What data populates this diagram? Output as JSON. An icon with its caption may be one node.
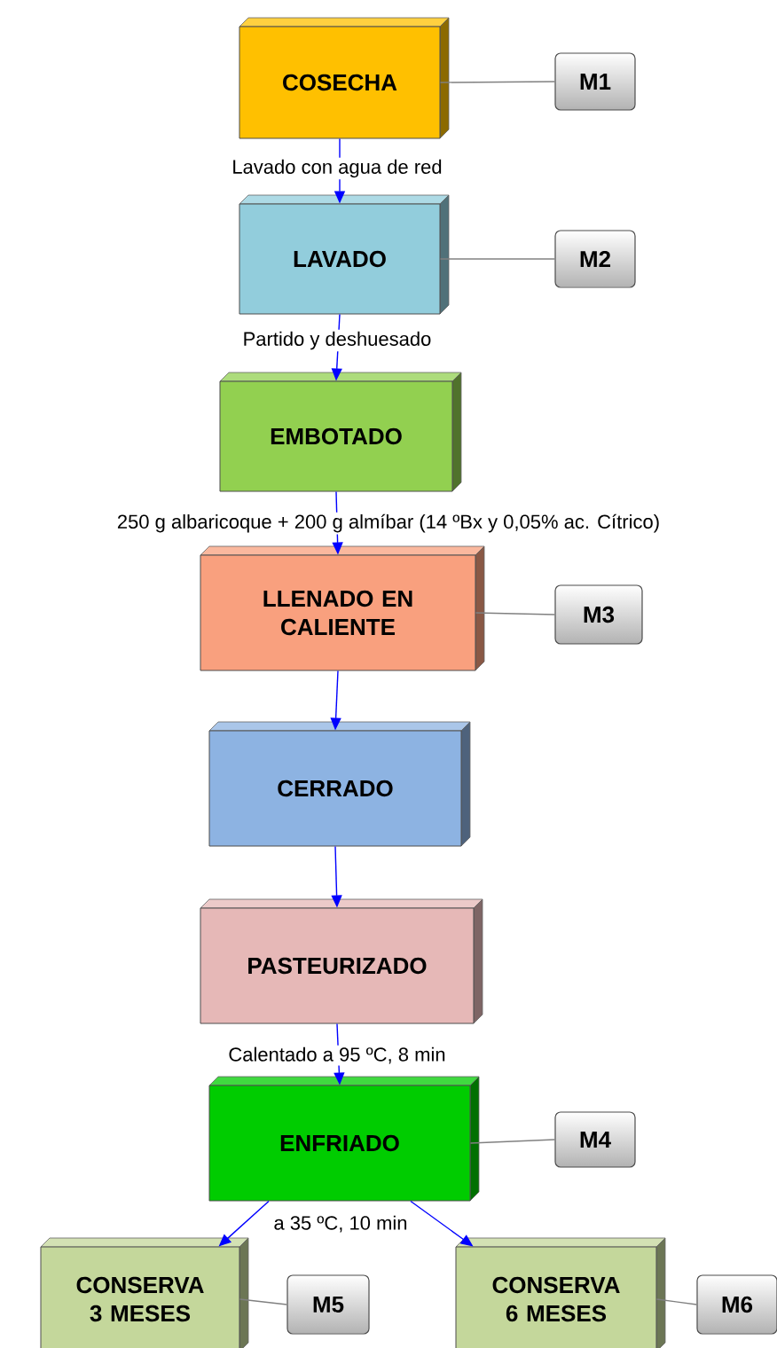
{
  "diagram": {
    "nodes": [
      {
        "text": [
          "COSECHA"
        ]
      },
      {
        "text": [
          "LAVADO"
        ]
      },
      {
        "text": [
          "EMBOTADO"
        ]
      },
      {
        "text": [
          "LLENADO EN CALIENTE"
        ]
      },
      {
        "text": [
          "CERRADO"
        ]
      },
      {
        "text": [
          "PASTEURIZADO"
        ]
      },
      {
        "text": [
          "ENFRIADO"
        ]
      },
      {
        "text": [
          "CONSERVA 3 MESES"
        ]
      },
      {
        "text": [
          "CONSERVA 6 MESES"
        ]
      },
      {
        "text": [
          "M1"
        ]
      },
      {
        "text": [
          "M2"
        ]
      },
      {
        "text": [
          "M3"
        ]
      },
      {
        "text": [
          "M4"
        ]
      },
      {
        "text": [
          "M5"
        ]
      },
      {
        "text": [
          "M6"
        ]
      }
    ],
    "edges": [
      {
        "from": 0,
        "to": 1,
        "arrow": "to",
        "label": "Lavado con agua de red"
      },
      {
        "from": 1,
        "to": 2,
        "arrow": "to",
        "label": "Partido y deshuesado"
      },
      {
        "from": 2,
        "to": 3,
        "arrow": "to",
        "label": "250 g albaricoque + 200 g almíbar (14 ºBx y 0,05% ac. Cítrico)"
      },
      {
        "from": 3,
        "to": 4,
        "arrow": "to"
      },
      {
        "from": 4,
        "to": 5,
        "arrow": "to"
      },
      {
        "from": 5,
        "to": 6,
        "arrow": "to",
        "label": "Calentado a 95 ºC, 8 min"
      },
      {
        "from": 6,
        "to": 7,
        "arrow": "to",
        "label": "a 35 ºC, 10 min"
      },
      {
        "from": 6,
        "to": 8,
        "arrow": "to"
      },
      {
        "from": 0,
        "to": 9,
        "arrow": "none",
        "color": "#808080"
      },
      {
        "from": 1,
        "to": 10,
        "arrow": "none",
        "color": "#808080"
      },
      {
        "from": 3,
        "to": 11,
        "arrow": "none",
        "color": "#808080"
      },
      {
        "from": 6,
        "to": 12,
        "arrow": "none",
        "color": "#808080"
      },
      {
        "from": 7,
        "to": 13,
        "arrow": "none",
        "color": "#808080"
      },
      {
        "from": 8,
        "to": 14,
        "arrow": "none",
        "color": "#808080"
      }
    ]
  }
}
